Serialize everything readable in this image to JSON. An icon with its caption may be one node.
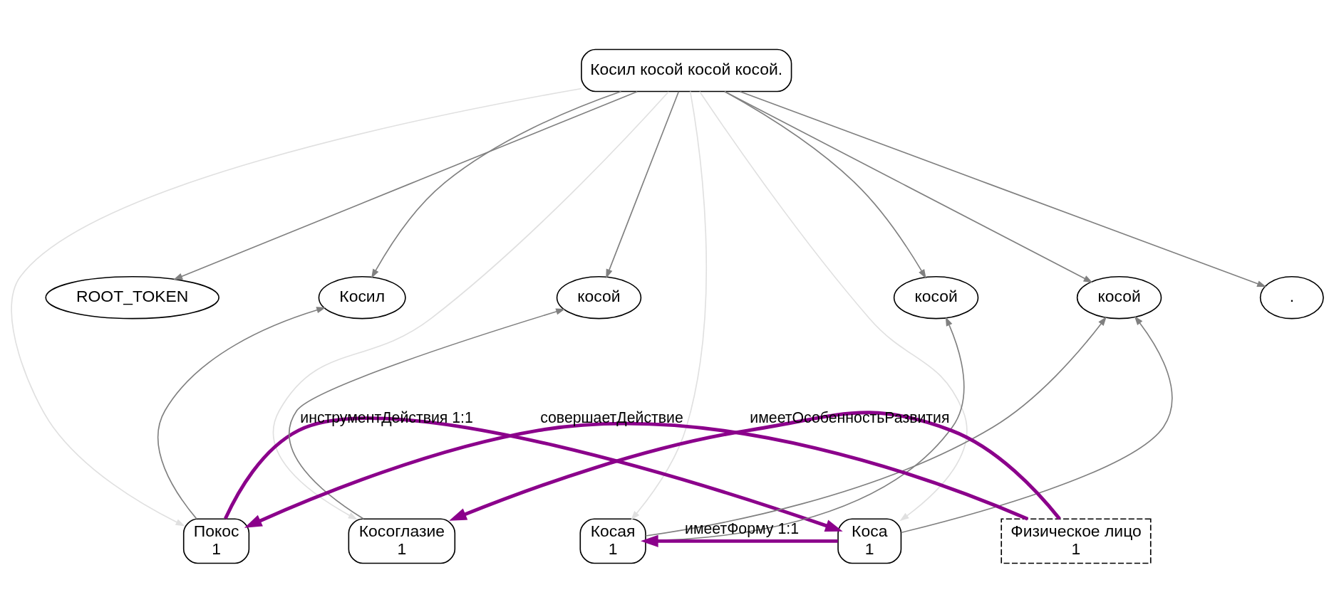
{
  "diagram": {
    "nodes": [
      {
        "text": [
          "Косил косой косой косой."
        ]
      },
      {
        "text": [
          "ROOT_TOKEN"
        ]
      },
      {
        "text": [
          "Косил"
        ]
      },
      {
        "text": [
          "косой"
        ]
      },
      {
        "text": [
          "косой"
        ]
      },
      {
        "text": [
          "косой"
        ]
      },
      {
        "text": [
          "."
        ]
      },
      {
        "text": [
          "Покос",
          "1"
        ]
      },
      {
        "text": [
          "Косоглазие",
          "1"
        ]
      },
      {
        "text": [
          "Косая",
          "1"
        ]
      },
      {
        "text": [
          "Коса",
          "1"
        ]
      },
      {
        "text": [
          "Физическое лицо",
          "1"
        ]
      }
    ],
    "edges": [
      {
        "from": 0,
        "to": 1,
        "arrow": "to"
      },
      {
        "from": 0,
        "to": 2,
        "arrow": "to"
      },
      {
        "from": 0,
        "to": 3,
        "arrow": "to"
      },
      {
        "from": 0,
        "to": 4,
        "arrow": "to"
      },
      {
        "from": 0,
        "to": 5,
        "arrow": "to"
      },
      {
        "from": 0,
        "to": 6,
        "arrow": "to"
      },
      {
        "from": 0,
        "to": 7,
        "arrow": "to",
        "color": "#e0e0e0"
      },
      {
        "from": 0,
        "to": 8,
        "arrow": "to",
        "color": "#e0e0e0"
      },
      {
        "from": 0,
        "to": 9,
        "arrow": "to",
        "color": "#e0e0e0"
      },
      {
        "from": 0,
        "to": 10,
        "arrow": "to",
        "color": "#e0e0e0"
      },
      {
        "from": 7,
        "to": 2,
        "arrow": "to"
      },
      {
        "from": 8,
        "to": 3,
        "arrow": "to"
      },
      {
        "from": 9,
        "to": 4,
        "arrow": "to"
      },
      {
        "from": 9,
        "to": 5,
        "arrow": "to"
      },
      {
        "from": 10,
        "to": 5,
        "arrow": "to"
      },
      {
        "from": 11,
        "to": 7,
        "arrow": "to",
        "label": "совершаетДействие",
        "style": "thick",
        "color": "#8b008b"
      },
      {
        "from": 11,
        "to": 8,
        "arrow": "to",
        "label": "имеетОсобенностьРазвития",
        "style": "thick",
        "color": "#8b008b"
      },
      {
        "from": 10,
        "to": 9,
        "arrow": "to",
        "label": "имеетФорму 1:1",
        "style": "thick",
        "color": "#8b008b"
      },
      {
        "from": 7,
        "to": 10,
        "arrow": "to",
        "label": "инструментДействия 1:1",
        "style": "thick",
        "color": "#8b008b"
      }
    ]
  }
}
